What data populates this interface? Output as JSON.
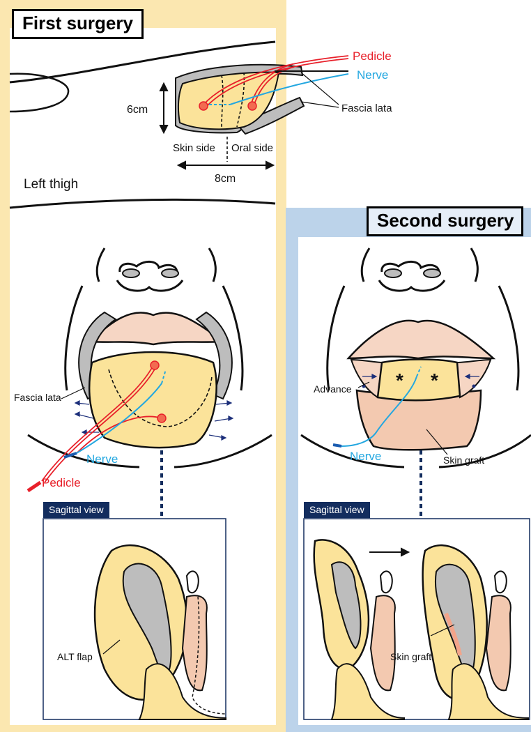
{
  "first_surgery": {
    "title": "First surgery",
    "thigh": {
      "pedicle": "Pedicle",
      "nerve": "Nerve",
      "fascia_lata": "Fascia lata",
      "height": "6cm",
      "skin_side": "Skin side",
      "oral_side": "Oral side",
      "width": "8cm",
      "left_thigh": "Left thigh"
    },
    "face": {
      "fascia_lata": "Fascia lata",
      "nerve": "Nerve",
      "pedicle": "Pedicle"
    },
    "sagittal": {
      "tab": "Sagittal view",
      "alt_flap": "ALT flap"
    }
  },
  "second_surgery": {
    "title": "Second surgery",
    "face": {
      "advance": "Advance",
      "nerve": "Nerve",
      "skin_graft": "Skin graft",
      "asterisk": "*"
    },
    "sagittal": {
      "tab": "Sagittal view",
      "skin_graft": "Skin graft"
    }
  },
  "colors": {
    "flap_yellow": "#fbe39a",
    "panel1_border": "#fbe7b0",
    "panel2_border": "#bcd3ea",
    "skin_pink": "#f3c9b0",
    "lip_pink": "#f6d6c4",
    "fascia_gray": "#bdbdbd",
    "pedicle_red": "#e8202a",
    "nerve_blue": "#23a7e0",
    "tab_navy": "#132d5e"
  }
}
